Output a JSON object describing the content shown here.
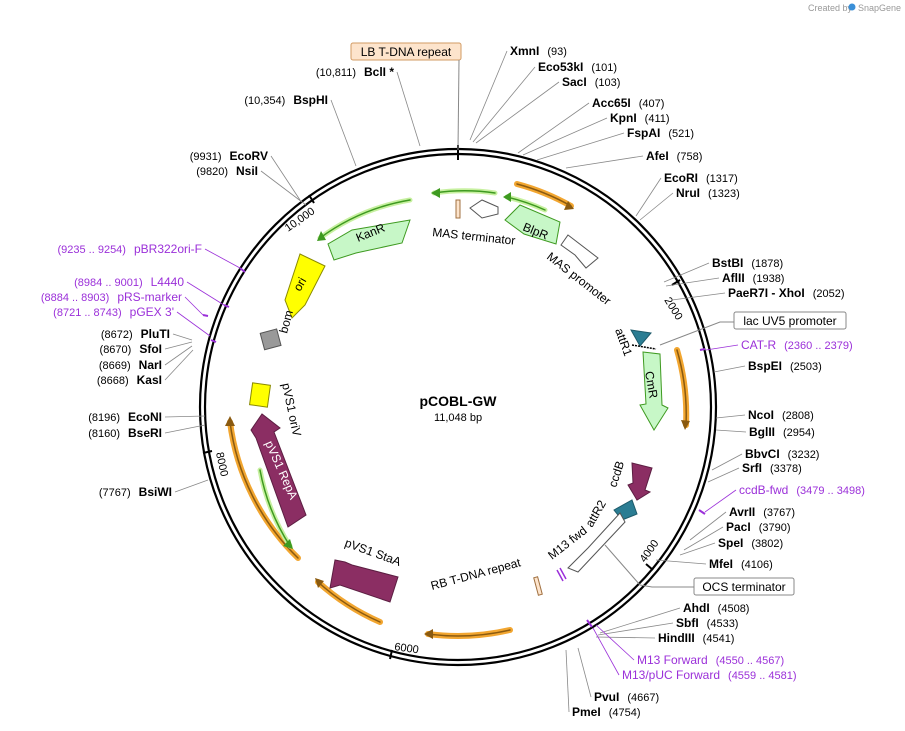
{
  "credit": {
    "prefix": "Created by",
    "brand": "SnapGene"
  },
  "plasmid": {
    "name": "pCOBL-GW",
    "length_label": "11,048 bp",
    "total_bp": 11048
  },
  "ticks": [
    {
      "bp": 2000,
      "label": "2000"
    },
    {
      "bp": 4000,
      "label": "4000"
    },
    {
      "bp": 6000,
      "label": "6000"
    },
    {
      "bp": 8000,
      "label": "8000"
    },
    {
      "bp": 10000,
      "label": "10,000"
    }
  ],
  "colors": {
    "enzyme_text": "#000000",
    "primer_text": "#9b30d9",
    "feature_box_fill": "#fde4cc",
    "feature_box_stroke": "#d29b63",
    "orf_orange": "#f2a630",
    "orf_green": "#3e9a20",
    "kanr_fill": "#c7f7c7",
    "ori_fill": "#ffff00",
    "bom_fill": "#999999",
    "repa_fill": "#8b2e63",
    "attr_fill": "#2b7d93"
  },
  "site_labels": [
    {
      "name": "XmnI",
      "pos": "(93)",
      "kind": "enzyme"
    },
    {
      "name": "Eco53kI",
      "pos": "(101)",
      "kind": "enzyme"
    },
    {
      "name": "SacI",
      "pos": "(103)",
      "kind": "enzyme"
    },
    {
      "name": "Acc65I",
      "pos": "(407)",
      "kind": "enzyme"
    },
    {
      "name": "KpnI",
      "pos": "(411)",
      "kind": "enzyme"
    },
    {
      "name": "FspAI",
      "pos": "(521)",
      "kind": "enzyme"
    },
    {
      "name": "AfeI",
      "pos": "(758)",
      "kind": "enzyme"
    },
    {
      "name": "EcoRI",
      "pos": "(1317)",
      "kind": "enzyme"
    },
    {
      "name": "NruI",
      "pos": "(1323)",
      "kind": "enzyme"
    },
    {
      "name": "BstBI",
      "pos": "(1878)",
      "kind": "enzyme"
    },
    {
      "name": "AflII",
      "pos": "(1938)",
      "kind": "enzyme"
    },
    {
      "name": "PaeR7I - XhoI",
      "pos": "(2052)",
      "kind": "enzyme"
    },
    {
      "name": "CAT-R",
      "pos": "(2360 .. 2379)",
      "kind": "primer"
    },
    {
      "name": "BspEI",
      "pos": "(2503)",
      "kind": "enzyme"
    },
    {
      "name": "NcoI",
      "pos": "(2808)",
      "kind": "enzyme"
    },
    {
      "name": "BglII",
      "pos": "(2954)",
      "kind": "enzyme"
    },
    {
      "name": "BbvCI",
      "pos": "(3232)",
      "kind": "enzyme"
    },
    {
      "name": "SrfI",
      "pos": "(3378)",
      "kind": "enzyme"
    },
    {
      "name": "ccdB-fwd",
      "pos": "(3479 .. 3498)",
      "kind": "primer"
    },
    {
      "name": "AvrII",
      "pos": "(3767)",
      "kind": "enzyme"
    },
    {
      "name": "PacI",
      "pos": "(3790)",
      "kind": "enzyme"
    },
    {
      "name": "SpeI",
      "pos": "(3802)",
      "kind": "enzyme"
    },
    {
      "name": "MfeI",
      "pos": "(4106)",
      "kind": "enzyme"
    },
    {
      "name": "AhdI",
      "pos": "(4508)",
      "kind": "enzyme"
    },
    {
      "name": "SbfI",
      "pos": "(4533)",
      "kind": "enzyme"
    },
    {
      "name": "HindIII",
      "pos": "(4541)",
      "kind": "enzyme"
    },
    {
      "name": "M13 Forward",
      "pos": "(4550 .. 4567)",
      "kind": "primer"
    },
    {
      "name": "M13/pUC Forward",
      "pos": "(4559 .. 4581)",
      "kind": "primer"
    },
    {
      "name": "PvuI",
      "pos": "(4667)",
      "kind": "enzyme"
    },
    {
      "name": "PmeI",
      "pos": "(4754)",
      "kind": "enzyme"
    },
    {
      "name": "BsiWI",
      "pos": "(7767)",
      "kind": "enzyme"
    },
    {
      "name": "EcoNI",
      "pos": "(8196)",
      "kind": "enzyme"
    },
    {
      "name": "BseRI",
      "pos": "(8160)",
      "kind": "enzyme"
    },
    {
      "name": "PluTI",
      "pos": "(8672)",
      "kind": "enzyme"
    },
    {
      "name": "SfoI",
      "pos": "(8670)",
      "kind": "enzyme"
    },
    {
      "name": "NarI",
      "pos": "(8669)",
      "kind": "enzyme"
    },
    {
      "name": "KasI",
      "pos": "(8668)",
      "kind": "enzyme"
    },
    {
      "name": "pGEX 3'",
      "pos": "(8721 .. 8743)",
      "kind": "primer"
    },
    {
      "name": "pRS-marker",
      "pos": "(8884 .. 8903)",
      "kind": "primer"
    },
    {
      "name": "L4440",
      "pos": "(8984 .. 9001)",
      "kind": "primer"
    },
    {
      "name": "pBR322ori-F",
      "pos": "(9235 .. 9254)",
      "kind": "primer"
    },
    {
      "name": "NsiI",
      "pos": "(9820)",
      "kind": "enzyme"
    },
    {
      "name": "EcoRV",
      "pos": "(9931)",
      "kind": "enzyme"
    },
    {
      "name": "BspHI",
      "pos": "(10,354)",
      "kind": "enzyme"
    },
    {
      "name": "BclI *",
      "pos": "(10,811)",
      "kind": "enzyme"
    }
  ],
  "boxed_labels": [
    {
      "name": "LB T-DNA repeat"
    },
    {
      "name": "lac UV5 promoter"
    },
    {
      "name": "OCS terminator"
    }
  ],
  "feature_labels": [
    {
      "name": "MAS terminator"
    },
    {
      "name": "MAS promoter"
    },
    {
      "name": "BlpR"
    },
    {
      "name": "KanR"
    },
    {
      "name": "ori"
    },
    {
      "name": "bom"
    },
    {
      "name": "attR1"
    },
    {
      "name": "CmR"
    },
    {
      "name": "ccdB"
    },
    {
      "name": "attR2"
    },
    {
      "name": "M13 fwd"
    },
    {
      "name": "RB T-DNA repeat"
    },
    {
      "name": "pVS1 StaA"
    },
    {
      "name": "pVS1 RepA"
    },
    {
      "name": "pVS1 oriV"
    }
  ]
}
